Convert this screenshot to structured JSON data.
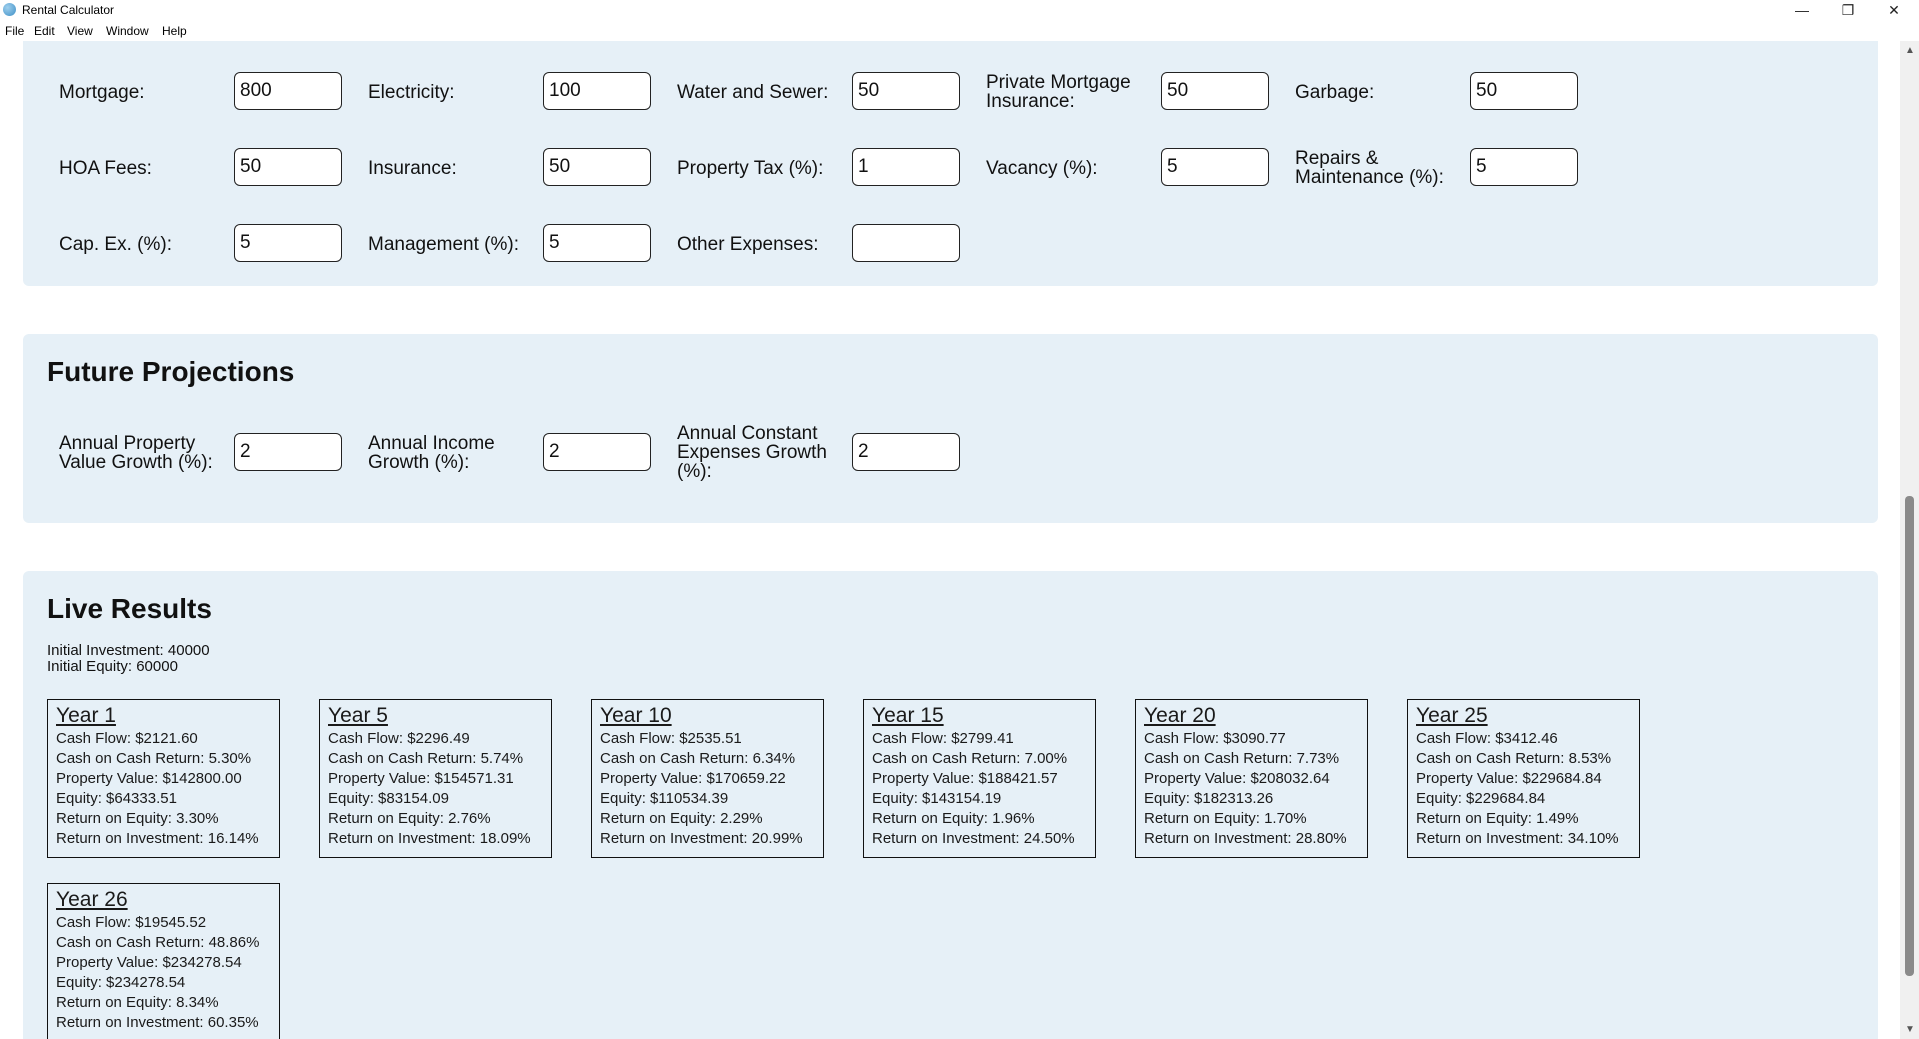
{
  "window": {
    "title": "Rental Calculator",
    "minimize_glyph": "—",
    "maximize_glyph": "❐",
    "close_glyph": "✕"
  },
  "menu": [
    "File",
    "Edit",
    "View",
    "Window",
    "Help"
  ],
  "expenses": {
    "mortgage": {
      "label": "Mortgage:",
      "value": "800"
    },
    "electricity": {
      "label": "Electricity:",
      "value": "100"
    },
    "water_sewer": {
      "label": "Water and Sewer:",
      "value": "50"
    },
    "pmi": {
      "label_l1": "Private Mortgage",
      "label_l2": "Insurance:",
      "value": "50"
    },
    "garbage": {
      "label": "Garbage:",
      "value": "50"
    },
    "hoa": {
      "label": "HOA Fees:",
      "value": "50"
    },
    "insurance": {
      "label": "Insurance:",
      "value": "50"
    },
    "property_tax": {
      "label": "Property Tax (%):",
      "value": "1"
    },
    "vacancy": {
      "label": "Vacancy (%):",
      "value": "5"
    },
    "repairs": {
      "label_l1": "Repairs &",
      "label_l2": "Maintenance (%):",
      "value": "5"
    },
    "capex": {
      "label": "Cap. Ex. (%):",
      "value": "5"
    },
    "management": {
      "label": "Management (%):",
      "value": "5"
    },
    "other": {
      "label": "Other Expenses:",
      "value": ""
    }
  },
  "projections": {
    "title": "Future Projections",
    "property_growth": {
      "label_l1": "Annual Property",
      "label_l2": "Value Growth (%):",
      "value": "2"
    },
    "income_growth": {
      "label_l1": "Annual Income",
      "label_l2": "Growth (%):",
      "value": "2"
    },
    "expenses_growth": {
      "label_l1": "Annual Constant",
      "label_l2": "Expenses Growth",
      "label_l3": "(%):",
      "value": "2"
    }
  },
  "results": {
    "title": "Live Results",
    "initial_investment": "Initial Investment: 40000",
    "initial_equity": "Initial Equity: 60000",
    "cards": [
      {
        "title": "Year 1",
        "cash_flow": "Cash Flow: $2121.60",
        "coc": "Cash on Cash Return: 5.30%",
        "property_value": "Property Value: $142800.00",
        "equity": "Equity: $64333.51",
        "roe": "Return on Equity: 3.30%",
        "roi": "Return on Investment: 16.14%"
      },
      {
        "title": "Year 5",
        "cash_flow": "Cash Flow: $2296.49",
        "coc": "Cash on Cash Return: 5.74%",
        "property_value": "Property Value: $154571.31",
        "equity": "Equity: $83154.09",
        "roe": "Return on Equity: 2.76%",
        "roi": "Return on Investment: 18.09%"
      },
      {
        "title": "Year 10",
        "cash_flow": "Cash Flow: $2535.51",
        "coc": "Cash on Cash Return: 6.34%",
        "property_value": "Property Value: $170659.22",
        "equity": "Equity: $110534.39",
        "roe": "Return on Equity: 2.29%",
        "roi": "Return on Investment: 20.99%"
      },
      {
        "title": "Year 15",
        "cash_flow": "Cash Flow: $2799.41",
        "coc": "Cash on Cash Return: 7.00%",
        "property_value": "Property Value: $188421.57",
        "equity": "Equity: $143154.19",
        "roe": "Return on Equity: 1.96%",
        "roi": "Return on Investment: 24.50%"
      },
      {
        "title": "Year 20",
        "cash_flow": "Cash Flow: $3090.77",
        "coc": "Cash on Cash Return: 7.73%",
        "property_value": "Property Value: $208032.64",
        "equity": "Equity: $182313.26",
        "roe": "Return on Equity: 1.70%",
        "roi": "Return on Investment: 28.80%"
      },
      {
        "title": "Year 25",
        "cash_flow": "Cash Flow: $3412.46",
        "coc": "Cash on Cash Return: 8.53%",
        "property_value": "Property Value: $229684.84",
        "equity": "Equity: $229684.84",
        "roe": "Return on Equity: 1.49%",
        "roi": "Return on Investment: 34.10%"
      },
      {
        "title": "Year 26",
        "cash_flow": "Cash Flow: $19545.52",
        "coc": "Cash on Cash Return: 48.86%",
        "property_value": "Property Value: $234278.54",
        "equity": "Equity: $234278.54",
        "roe": "Return on Equity: 8.34%",
        "roi": "Return on Investment: 60.35%"
      }
    ]
  },
  "colors": {
    "panel_bg": "#e6f0f7",
    "border": "#111111"
  }
}
